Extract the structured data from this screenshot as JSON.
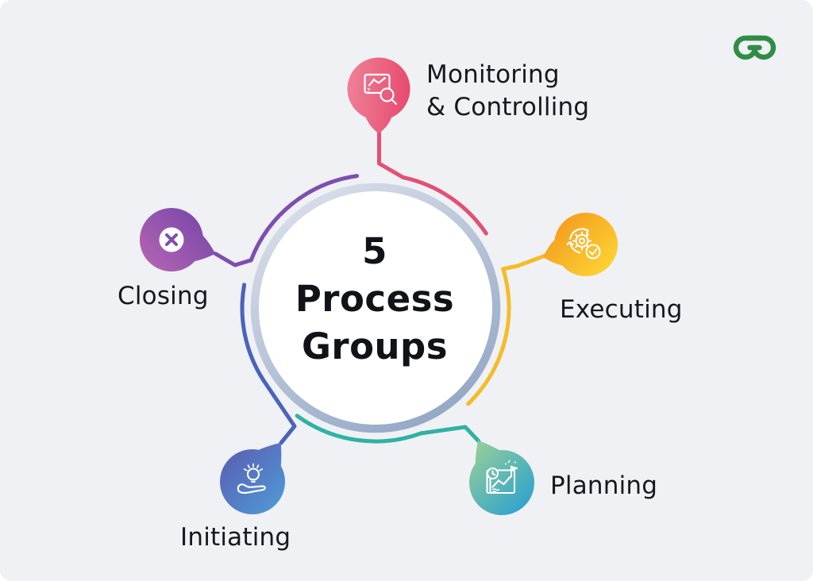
{
  "page": {
    "background_color": "#eff1f4"
  },
  "logo": {
    "label": "GeeksforGeeks logo",
    "color": "#2f8d46"
  },
  "center": {
    "lines": [
      "5",
      "Process",
      "Groups"
    ],
    "text_color": "#121318",
    "ring_color_light": "#d9dee8",
    "ring_color_dark": "#8ea4c4"
  },
  "groups": [
    {
      "name": "Monitoring & Controlling",
      "label_lines": [
        "Monitoring",
        "& Controlling"
      ],
      "icon": "chart-magnifier-icon",
      "gradient_from": "#ee8095",
      "gradient_to": "#e74a6e",
      "line_color": "#e25077"
    },
    {
      "name": "Executing",
      "label_lines": [
        "Executing"
      ],
      "icon": "gear-sync-check-icon",
      "gradient_from": "#f49a1d",
      "gradient_to": "#fdd835",
      "line_color": "#f6bb2a"
    },
    {
      "name": "Planning",
      "label_lines": [
        "Planning"
      ],
      "icon": "map-clock-flag-icon",
      "gradient_from": "#90cb9c",
      "gradient_to": "#27a0d0",
      "line_color": "#2fb2a4"
    },
    {
      "name": "Initiating",
      "label_lines": [
        "Initiating"
      ],
      "icon": "hand-bulb-icon",
      "gradient_from": "#5a5fb2",
      "gradient_to": "#4f9ad8",
      "line_color": "#4a63bb"
    },
    {
      "name": "Closing",
      "label_lines": [
        "Closing"
      ],
      "icon": "x-circle-icon",
      "gradient_from": "#b465b2",
      "gradient_to": "#7a48a9",
      "line_color": "#7d4fae"
    }
  ]
}
